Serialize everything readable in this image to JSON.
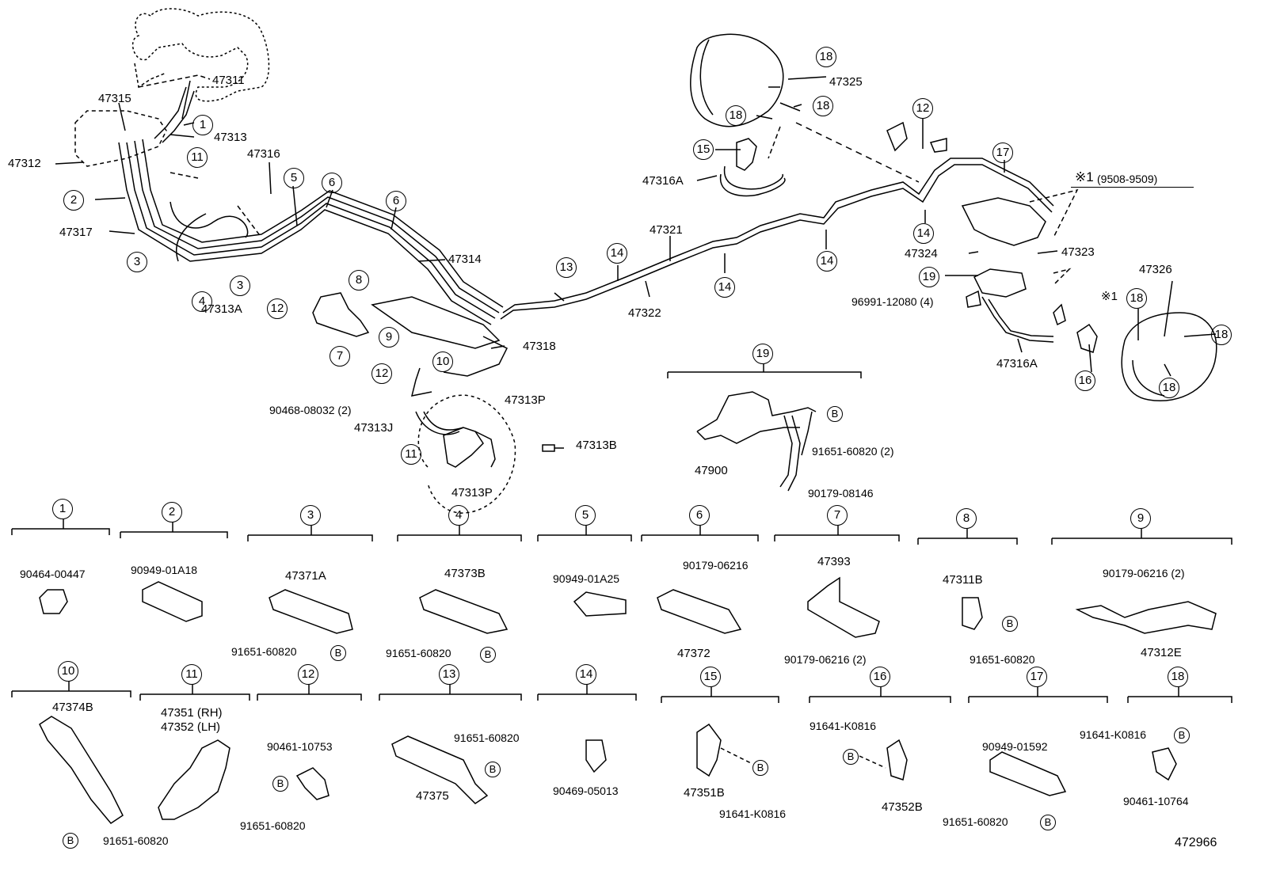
{
  "diagram_id": "472966",
  "note_mark": "※1",
  "note_text": "(9508-9509)",
  "parts": {
    "p47311": "47311",
    "p47315": "47315",
    "p47313": "47313",
    "p47312": "47312",
    "p47316": "47316",
    "p47317": "47317",
    "p47313A": "47313A",
    "p47314": "47314",
    "p47318": "47318",
    "p47313P_a": "47313P",
    "p47313P_b": "47313P",
    "p47313J": "47313J",
    "p47313B": "47313B",
    "p90468": "90468-08032 (2)",
    "p47321": "47321",
    "p47322": "47322",
    "p47325": "47325",
    "p47316A_a": "47316A",
    "p47316A_b": "47316A",
    "p47324": "47324",
    "p47323": "47323",
    "p96991": "96991-12080 (4)",
    "p47326": "47326",
    "p47900": "47900",
    "p91651_2": "91651-60820 (2)",
    "p90179_08146": "90179-08146"
  },
  "sections": {
    "s1": {
      "num": "1",
      "parts": [
        "90464-00447"
      ]
    },
    "s2": {
      "num": "2",
      "parts": [
        "90949-01A18"
      ]
    },
    "s3": {
      "num": "3",
      "parts": [
        "47371A",
        "91651-60820"
      ]
    },
    "s4": {
      "num": "4",
      "parts": [
        "47373B",
        "91651-60820"
      ]
    },
    "s5": {
      "num": "5",
      "parts": [
        "90949-01A25"
      ]
    },
    "s6": {
      "num": "6",
      "parts": [
        "90179-06216",
        "47372"
      ]
    },
    "s7": {
      "num": "7",
      "parts": [
        "47393",
        "90179-06216 (2)"
      ]
    },
    "s8": {
      "num": "8",
      "parts": [
        "47311B",
        "91651-60820"
      ]
    },
    "s9": {
      "num": "9",
      "parts": [
        "90179-06216 (2)",
        "47312E"
      ]
    },
    "s10": {
      "num": "10",
      "parts": [
        "47374B",
        "91651-60820"
      ]
    },
    "s11": {
      "num": "11",
      "parts": [
        "47351 (RH)",
        "47352 (LH)"
      ]
    },
    "s12": {
      "num": "12",
      "parts": [
        "90461-10753",
        "91651-60820"
      ]
    },
    "s13": {
      "num": "13",
      "parts": [
        "91651-60820",
        "47375"
      ]
    },
    "s14": {
      "num": "14",
      "parts": [
        "90469-05013"
      ]
    },
    "s15": {
      "num": "15",
      "parts": [
        "47351B",
        "91641-K0816"
      ]
    },
    "s16": {
      "num": "16",
      "parts": [
        "91641-K0816",
        "47352B"
      ]
    },
    "s17": {
      "num": "17",
      "parts": [
        "90949-01592",
        "91651-60820"
      ]
    },
    "s18": {
      "num": "18",
      "parts": [
        "91641-K0816",
        "90461-10764"
      ]
    },
    "s19": {
      "num": "19"
    }
  },
  "callouts": {
    "n1": "1",
    "n2": "2",
    "n3": "3",
    "n4": "4",
    "n5": "5",
    "n6": "6",
    "n7": "7",
    "n8": "8",
    "n9": "9",
    "n10": "10",
    "n11": "11",
    "n12": "12",
    "n13": "13",
    "n14": "14",
    "n15": "15",
    "n16": "16",
    "n17": "17",
    "n18": "18",
    "n19": "19",
    "b": "B"
  }
}
